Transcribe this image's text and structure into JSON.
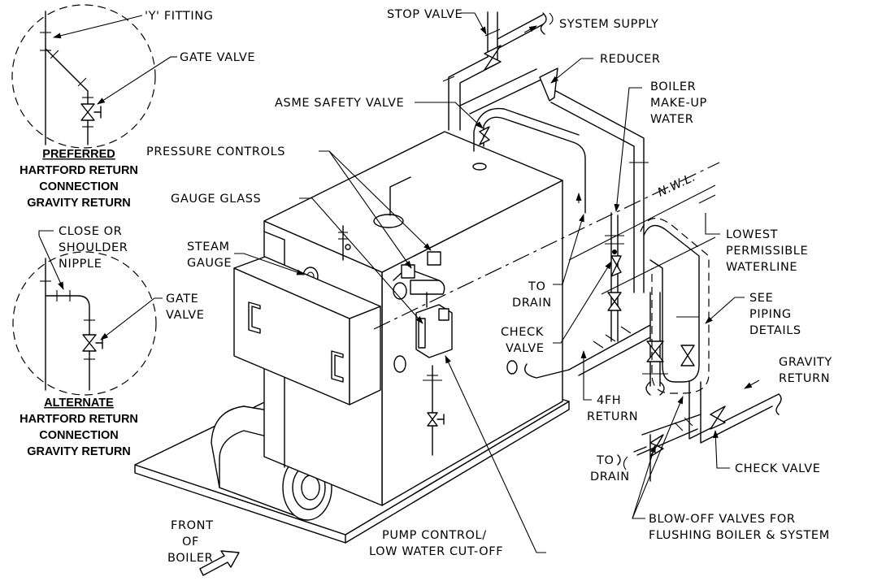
{
  "preferred": {
    "y_fitting": "'Y' FITTING",
    "gate_valve": "GATE VALVE",
    "title1": "PREFERRED",
    "title2": "HARTFORD RETURN",
    "title3": "CONNECTION",
    "title4": "GRAVITY RETURN"
  },
  "alternate": {
    "nipple1": "CLOSE OR",
    "nipple2": "SHOULDER",
    "nipple3": "NIPPLE",
    "gate1": "GATE",
    "gate2": "VALVE",
    "title1": "ALTERNATE",
    "title2": "HARTFORD RETURN",
    "title3": "CONNECTION",
    "title4": "GRAVITY RETURN"
  },
  "labels": {
    "stop_valve": "STOP VALVE",
    "system_supply": "SYSTEM SUPPLY",
    "reducer": "REDUCER",
    "asme_safety_valve": "ASME SAFETY VALVE",
    "boiler_makeup_1": "BOILER",
    "boiler_makeup_2": "MAKE-UP",
    "boiler_makeup_3": "WATER",
    "pressure_controls": "PRESSURE CONTROLS",
    "nwl": "N.W.L.",
    "gauge_glass": "GAUGE GLASS",
    "lowest_1": "LOWEST",
    "lowest_2": "PERMISSIBLE",
    "lowest_3": "WATERLINE",
    "steam_gauge_1": "STEAM",
    "steam_gauge_2": "GAUGE",
    "to_drain_upper_1": "TO",
    "to_drain_upper_2": "DRAIN",
    "see_piping_1": "SEE",
    "see_piping_2": "PIPING",
    "see_piping_3": "DETAILS",
    "check_valve_left_1": "CHECK",
    "check_valve_left_2": "VALVE",
    "gravity_return_1": "GRAVITY",
    "gravity_return_2": "RETURN",
    "return_4fh_1": "4FH",
    "return_4fh_2": "RETURN",
    "to_drain_lower_1": "TO",
    "to_drain_lower_2": "DRAIN",
    "check_valve_right": "CHECK VALVE",
    "blowoff_1": "BLOW-OFF VALVES FOR",
    "blowoff_2": "FLUSHING BOILER & SYSTEM",
    "pump_control_1": "PUMP CONTROL/",
    "pump_control_2": "LOW WATER CUT-OFF",
    "front_1": "FRONT",
    "front_2": "OF",
    "front_3": "BOILER"
  }
}
